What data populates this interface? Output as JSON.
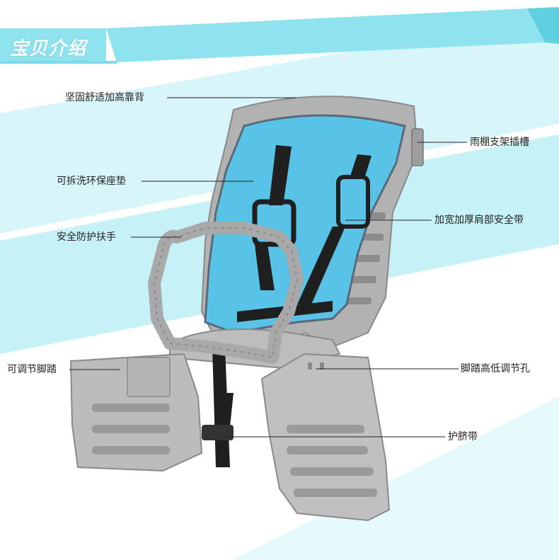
{
  "header": {
    "title": "宝贝介绍"
  },
  "callouts": {
    "backrest": "坚固舒适加高靠背",
    "cushion": "可拆洗环保座垫",
    "armrest": "安全防护扶手",
    "footrest": "可调节脚踏",
    "canopy_slot": "雨棚支架插槽",
    "shoulder_belt": "加宽加厚肩部安全带",
    "footrest_holes": "脚踏高低调节孔",
    "crotch_belt": "护脐带"
  },
  "colors": {
    "banner": "#8fe3ee",
    "stripe": "#c6f1f6",
    "seat_shell": "#b2b2b2",
    "cushion": "#58c3e6",
    "strap": "#1f1f1f"
  }
}
